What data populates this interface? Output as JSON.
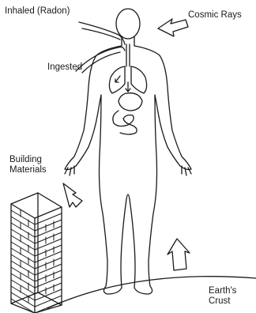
{
  "labels": {
    "inhaled": "Inhaled (Radon)",
    "cosmic": "Cosmic Rays",
    "ingested": "Ingested",
    "building_line1": "Building",
    "building_line2": "Materials",
    "crust_line1": "Earth's",
    "crust_line2": "Crust"
  },
  "colors": {
    "ink": "#1a1a1a",
    "background": "#ffffff"
  }
}
